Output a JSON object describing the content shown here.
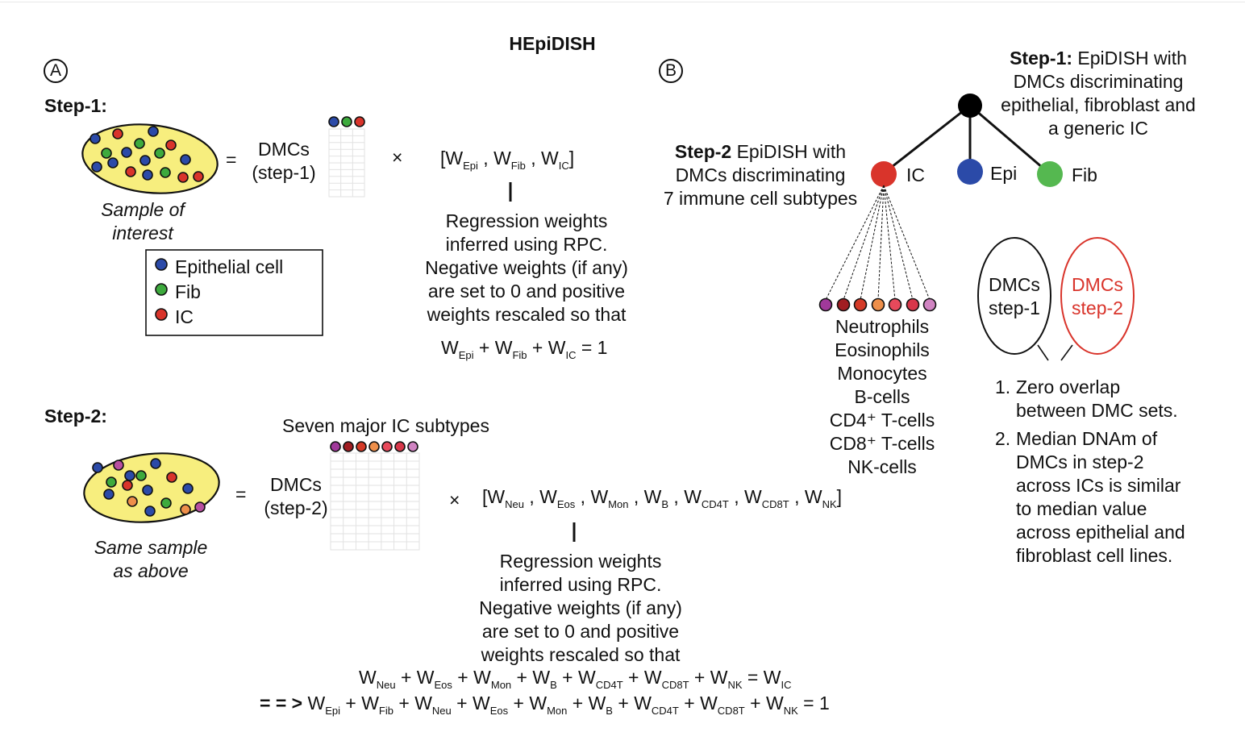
{
  "title": "HEpiDISH",
  "panel_a": {
    "label": "A",
    "step1": {
      "heading": "Step-1:",
      "sample_caption": [
        "Sample of",
        "interest"
      ],
      "equals": "=",
      "dmc_label": [
        "DMCs",
        "(step-1)"
      ],
      "times": "×",
      "weights": [
        {
          "w": "W",
          "sub": "Epi"
        },
        {
          "w": "W",
          "sub": "Fib"
        },
        {
          "w": "W",
          "sub": "IC"
        }
      ],
      "explanation": [
        "Regression weights",
        "inferred using RPC.",
        "Negative weights (if any)",
        "are set to 0 and positive",
        "weights rescaled so that"
      ],
      "sum_equation": {
        "terms": [
          "Epi",
          "Fib",
          "IC"
        ],
        "rhs": "1"
      }
    },
    "legend": [
      {
        "label": "Epithelial cell",
        "color": "#2b4aa8"
      },
      {
        "label": "Fib",
        "color": "#3daa3d"
      },
      {
        "label": "IC",
        "color": "#d9342b"
      }
    ],
    "step2": {
      "heading": "Step-2:",
      "subtypes_label": "Seven major IC subtypes",
      "sample_caption": [
        "Same sample",
        "as above"
      ],
      "equals": "=",
      "dmc_label": [
        "DMCs",
        "(step-2)"
      ],
      "times": "×",
      "weights": [
        "Neu",
        "Eos",
        "Mon",
        "B",
        "CD4T",
        "CD8T",
        "NK"
      ],
      "explanation": [
        "Regression weights",
        "inferred using RPC.",
        "Negative weights (if any)",
        "are set to 0 and positive",
        "weights rescaled so that"
      ],
      "eq1": {
        "terms": [
          "Neu",
          "Eos",
          "Mon",
          "B",
          "CD4T",
          "CD8T",
          "NK"
        ],
        "rhs_sub": "IC"
      },
      "eq2": {
        "prefix": "= = >",
        "terms": [
          "Epi",
          "Fib",
          "Neu",
          "Eos",
          "Mon",
          "B",
          "CD4T",
          "CD8T",
          "NK"
        ],
        "rhs": "1"
      }
    }
  },
  "panel_b": {
    "label": "B",
    "step1_text": {
      "bold": "Step-1:",
      "rest": " EpiDISH with",
      "lines": [
        "DMCs discriminating",
        "epithelial, fibroblast and",
        "a generic IC"
      ]
    },
    "step2_text": {
      "bold": "Step-2",
      "rest": " EpiDISH with",
      "lines": [
        "DMCs discriminating",
        "7 immune cell subtypes"
      ]
    },
    "nodes": [
      {
        "label": "IC",
        "color": "#d9342b"
      },
      {
        "label": "Epi",
        "color": "#2b4aa8"
      },
      {
        "label": "Fib",
        "color": "#55b850"
      }
    ],
    "subtype_colors": [
      "#a0399a",
      "#a11d22",
      "#d43a27",
      "#ee8f4a",
      "#e8495b",
      "#d8374a",
      "#d084c2"
    ],
    "subtypes": [
      "Neutrophils",
      "Eosinophils",
      "Monocytes",
      "B-cells",
      "CD4⁺ T-cells",
      "CD8⁺ T-cells",
      "NK-cells"
    ],
    "venn": {
      "left": [
        "DMCs",
        "step-1"
      ],
      "right": [
        "DMCs",
        "step-2"
      ],
      "right_color": "#d9342b"
    },
    "notes": [
      {
        "num": "1.",
        "lines": [
          "Zero overlap",
          "between DMC sets."
        ]
      },
      {
        "num": "2.",
        "lines": [
          "Median DNAm of",
          "DMCs in step-2",
          "across ICs is similar",
          "to median value",
          "across epithelial and",
          "fibroblast cell lines."
        ]
      }
    ]
  },
  "colors": {
    "sample_fill": "#f7ee7e",
    "epi": "#2b4aa8",
    "fib": "#3daa3d",
    "ic": "#d9342b",
    "step2_dot_extra": [
      "#ee8f4a",
      "#b84fa0"
    ]
  }
}
